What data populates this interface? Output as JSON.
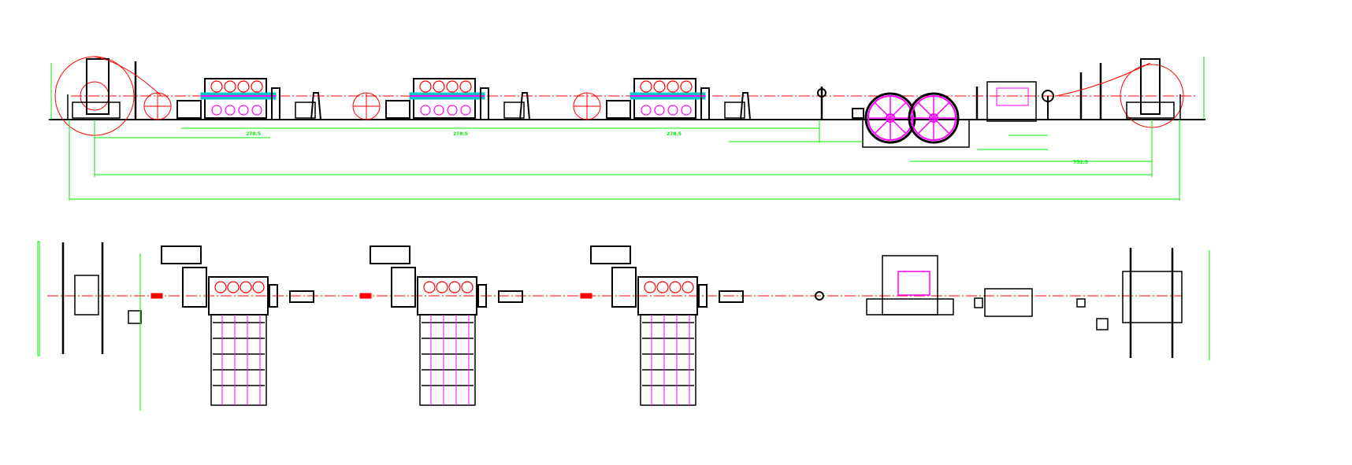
{
  "colors": {
    "outline": "#000000",
    "centerline": "#ff0000",
    "dimension": "#00ee00",
    "wheel": "#ff00ff",
    "accent": "#00c8c8"
  },
  "elevation_dimensions": [
    "278.5",
    "278.5",
    "278.5",
    "752.5"
  ],
  "plan_view": {
    "strander_count": 3
  }
}
